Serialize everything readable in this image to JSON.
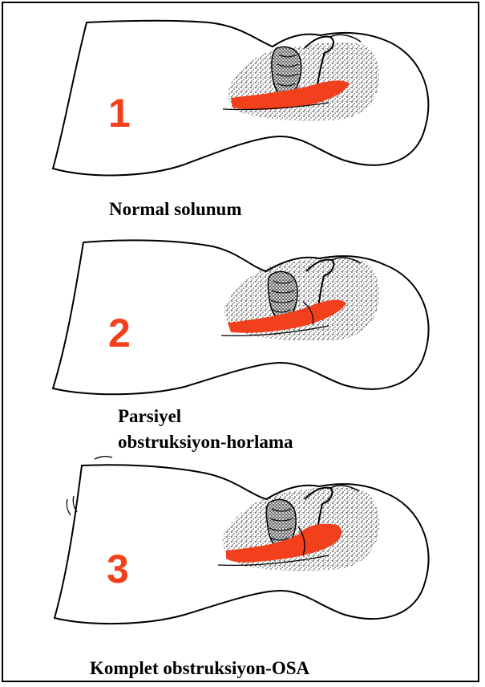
{
  "accent_color": "#f2401c",
  "panels": [
    {
      "number": "1",
      "caption_lines": [
        "Normal solunum"
      ],
      "state": "normal"
    },
    {
      "number": "2",
      "caption_lines": [
        "Parsiyel",
        "obstruksiyon-horlama"
      ],
      "state": "partial-obstruction"
    },
    {
      "number": "3",
      "caption_lines": [
        "Komplet obstruksiyon-OSA"
      ],
      "state": "complete-obstruction"
    }
  ]
}
